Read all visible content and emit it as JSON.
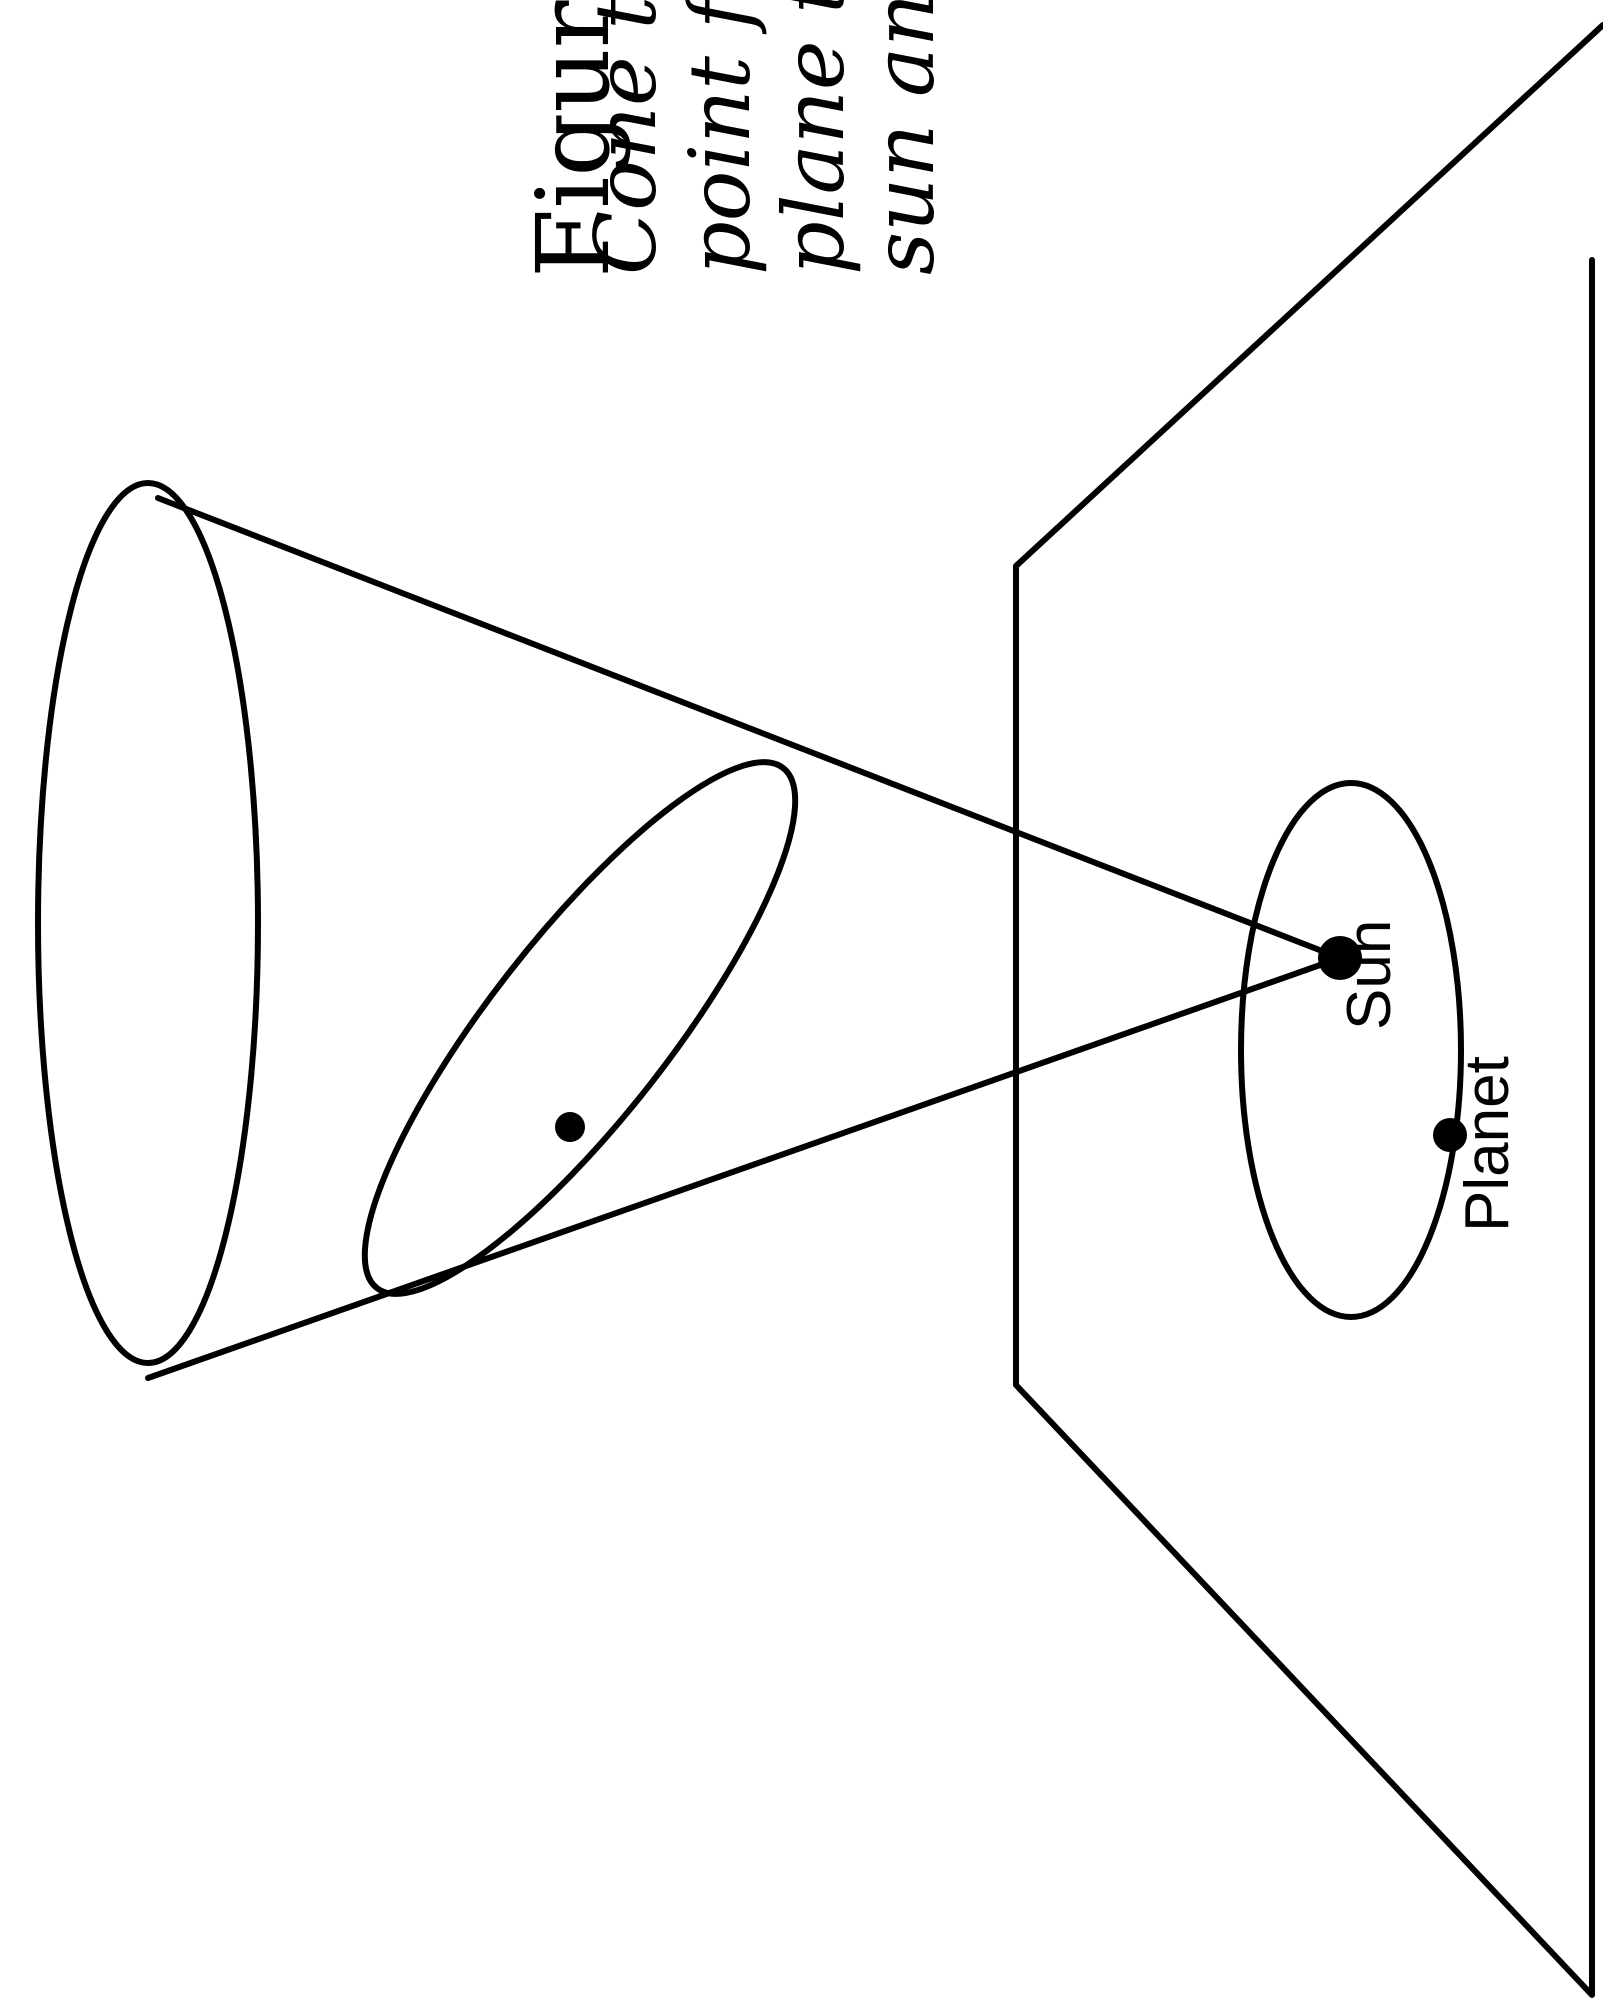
{
  "labels": {
    "sun": "Sun",
    "planet": "Planet"
  },
  "caption": {
    "title": "Figur",
    "lines": [
      "Cone t",
      "point f",
      "plane t",
      "sun an"
    ]
  },
  "colors": {
    "ink": "#000000",
    "background": "#ffffff"
  }
}
